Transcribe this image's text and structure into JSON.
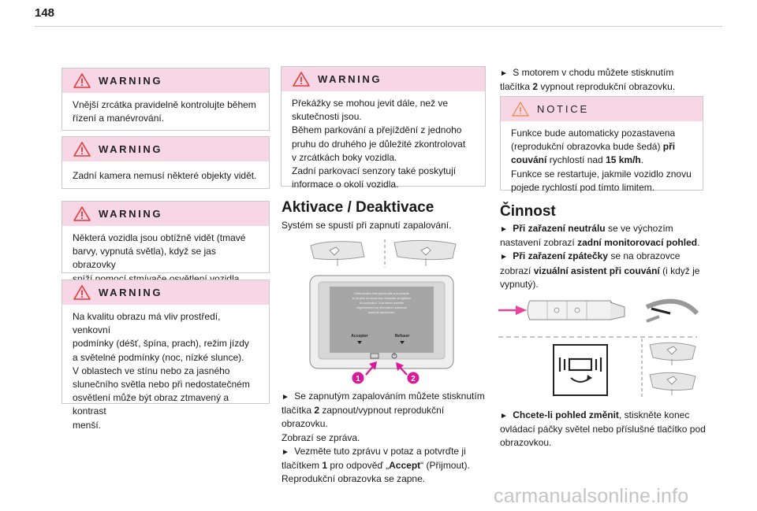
{
  "page_number": "148",
  "warnings": [
    {
      "title": "WARNING",
      "lines": [
        "Vnější zrcátka pravidelně kontrolujte během",
        "řízení a manévrování."
      ]
    },
    {
      "title": "WARNING",
      "lines": [
        "Zadní kamera nemusí některé objekty vidět."
      ]
    },
    {
      "title": "WARNING",
      "lines": [
        "Některá vozidla jsou obtížně vidět (tmavé",
        "barvy, vypnutá světla), když se jas obrazovky",
        "sníží pomocí stmívače osvětlení vozidla."
      ]
    },
    {
      "title": "WARNING",
      "lines": [
        "Na kvalitu obrazu má vliv prostředí, venkovní",
        "podmínky (déšť, špína, prach), režim jízdy",
        "a světelné podmínky (noc, nízké slunce).",
        "V oblastech ve stínu nebo za jasného",
        "slunečního světla nebo při nedostatečném",
        "osvětlení může být obraz ztmavený a kontrast",
        "menší."
      ]
    },
    {
      "title": "WARNING",
      "lines": [
        "Překážky se mohou jevit dále, než ve",
        "skutečnosti jsou.",
        "Během parkování a přejíždění z jednoho",
        "pruhu do druhého je důležité zkontrolovat",
        "v zrcátkách boky vozidla.",
        "Zadní parkovací senzory také poskytují",
        "informace o okolí vozidla."
      ]
    }
  ],
  "activation": {
    "title": "Aktivace / Deaktivace",
    "intro": "Systém se spustí při zapnutí zapalování.",
    "screen_message": [
      "Cette fonction n'est qu'une aide à la conduite",
      "et ne peut, en aucun cas, remplacer la vigilance",
      "du conducteur. Vous devez contrôler",
      "régulièrement vos rétroviseurs extérieurs",
      "avant de manoeuvrer."
    ],
    "btn_accept": "Accepter",
    "btn_refuse": "Refuser",
    "callout_1": "1",
    "callout_2": "2",
    "p1_a": "Se zapnutým zapalováním můžete stisknutím",
    "p1_b_pre": "tlačítka ",
    "p1_b_bold": "2",
    "p1_b_post": " zapnout/vypnout reprodukční",
    "p1_c": "obrazovku.",
    "p2": "Zobrazí se zpráva.",
    "p3_a": "Vezměte tuto zprávu v potaz a potvrďte ji",
    "p3_b_pre": "tlačítkem ",
    "p3_b_bold1": "1",
    "p3_b_mid": " pro odpověď „",
    "p3_b_bold2": "Accept",
    "p3_b_post": "“ (Přijmout).",
    "p4": "Reprodukční obrazovka se zapne."
  },
  "col3_top": {
    "l1": "S motorem v chodu můžete stisknutím",
    "l2_pre": "tlačítka ",
    "l2_bold": "2",
    "l2_post": " vypnout reprodukční obrazovku."
  },
  "notice": {
    "title": "NOTICE",
    "l1": "Funkce bude automaticky pozastavena",
    "l2_pre": "(reprodukční obrazovka bude šedá) ",
    "l2_bold": "při",
    "l3_bold": "couvání",
    "l3_mid": " rychlostí nad ",
    "l3_bold2": "15 km/h",
    "l3_post": ".",
    "l4": "Funkce se restartuje, jakmile vozidlo znovu",
    "l5": "pojede rychlostí pod tímto limitem."
  },
  "operation": {
    "title": "Činnost",
    "a1_bold": "Při zařazení neutrálu",
    "a1_post": " se ve výchozím",
    "a2_pre": "nastavení zobrazí ",
    "a2_bold": "zadní monitorovací pohled",
    "a2_post": ".",
    "b1_bold": "Při zařazení zpátečky",
    "b1_post": " se na obrazovce",
    "b2_pre": "zobrazí ",
    "b2_bold": "vizuální asistent při couvání",
    "b2_post": " (i když je",
    "b3": "vypnutý).",
    "c1_bold": "Chcete-li pohled změnit",
    "c1_post": ", stiskněte konec",
    "c2": "ovládací páčky světel nebo příslušné tlačítko pod",
    "c3": "obrazovkou."
  },
  "bullet": "►",
  "watermark": "carmanualsonline.info",
  "colors": {
    "header_pink": "#f7d6e6",
    "warning_red": "#e03a3a",
    "callout_magenta": "#d8199a",
    "arrow_pink": "#e8449e"
  }
}
